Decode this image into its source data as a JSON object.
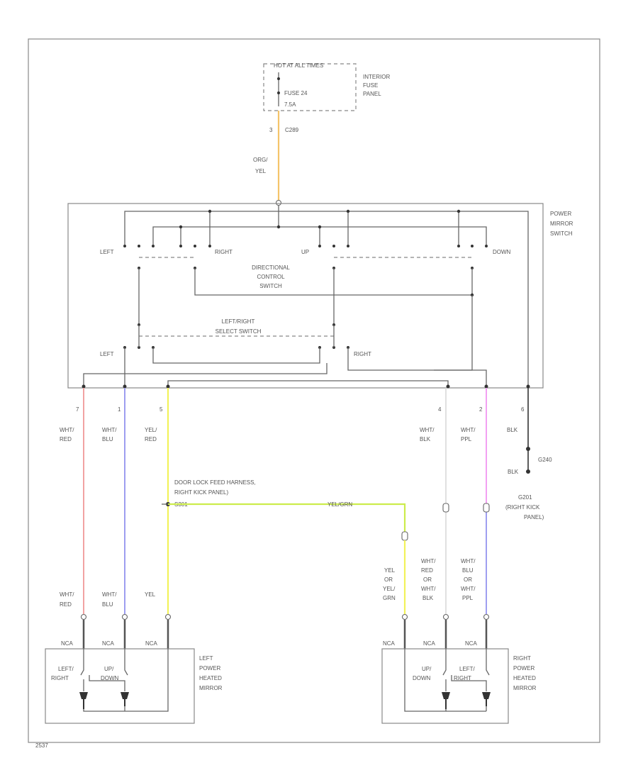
{
  "fuse_panel": {
    "hot": "HOT AT ALL TIMES",
    "fuse": "FUSE 24",
    "amps": "7.5A",
    "name": [
      "INTERIOR",
      "FUSE",
      "PANEL"
    ]
  },
  "conn_top": {
    "pin": "3",
    "conn": "C289"
  },
  "wire_top": [
    "ORG/",
    "YEL"
  ],
  "switch": {
    "title": [
      "POWER",
      "MIRROR",
      "SWITCH"
    ],
    "left": "LEFT",
    "right": "RIGHT",
    "up": "UP",
    "down": "DOWN",
    "dir": [
      "DIRECTIONAL",
      "CONTROL",
      "SWITCH"
    ],
    "sel": [
      "LEFT/RIGHT",
      "SELECT SWITCH"
    ],
    "sel_left": "LEFT",
    "sel_right": "RIGHT"
  },
  "pins": [
    "7",
    "1",
    "5",
    "4",
    "2",
    "6"
  ],
  "wires_upper": [
    [
      "WHT/",
      "RED"
    ],
    [
      "WHT/",
      "BLU"
    ],
    [
      "YEL/",
      "RED"
    ],
    [
      "WHT/",
      "BLK"
    ],
    [
      "WHT/",
      "PPL"
    ],
    [
      "BLK"
    ]
  ],
  "ground": {
    "g": "G240",
    "blk": "BLK",
    "loc": [
      "G201",
      "(RIGHT KICK",
      "PANEL)"
    ]
  },
  "harness": {
    "line1": "DOOR LOCK FEED HARNESS,",
    "line2": "RIGHT KICK PANEL)",
    "conn": "S301",
    "wire": "YEL/GRN"
  },
  "wires_lower_left": [
    [
      "WHT/",
      "RED"
    ],
    [
      "WHT/",
      "BLU"
    ],
    [
      "YEL"
    ]
  ],
  "wires_lower_right": [
    [
      "YEL",
      "OR",
      "YEL/",
      "GRN"
    ],
    [
      "WHT/",
      "RED",
      "OR",
      "WHT/",
      "BLK"
    ],
    [
      "WHT/",
      "BLU",
      "OR",
      "WHT/",
      "PPL"
    ]
  ],
  "nca": "NCA",
  "left_mirror": {
    "name": [
      "LEFT",
      "POWER",
      "HEATED",
      "MIRROR"
    ],
    "m1": [
      "LEFT/",
      "RIGHT"
    ],
    "m2": [
      "UP/",
      "DOWN"
    ]
  },
  "right_mirror": {
    "name": [
      "RIGHT",
      "POWER",
      "HEATED",
      "MIRROR"
    ],
    "m1": [
      "UP/",
      "DOWN"
    ],
    "m2": [
      "LEFT/",
      "RIGHT"
    ]
  },
  "footer": "2537",
  "colors": {
    "orange": "#f5c46a",
    "red": "#f2a3a3",
    "blue": "#9e9ef0",
    "yellow": "#f2f25a",
    "green_yellow": "#ccec4c",
    "pink": "#f2a0f2",
    "white": "#d8d8d8",
    "black": "#333333"
  }
}
